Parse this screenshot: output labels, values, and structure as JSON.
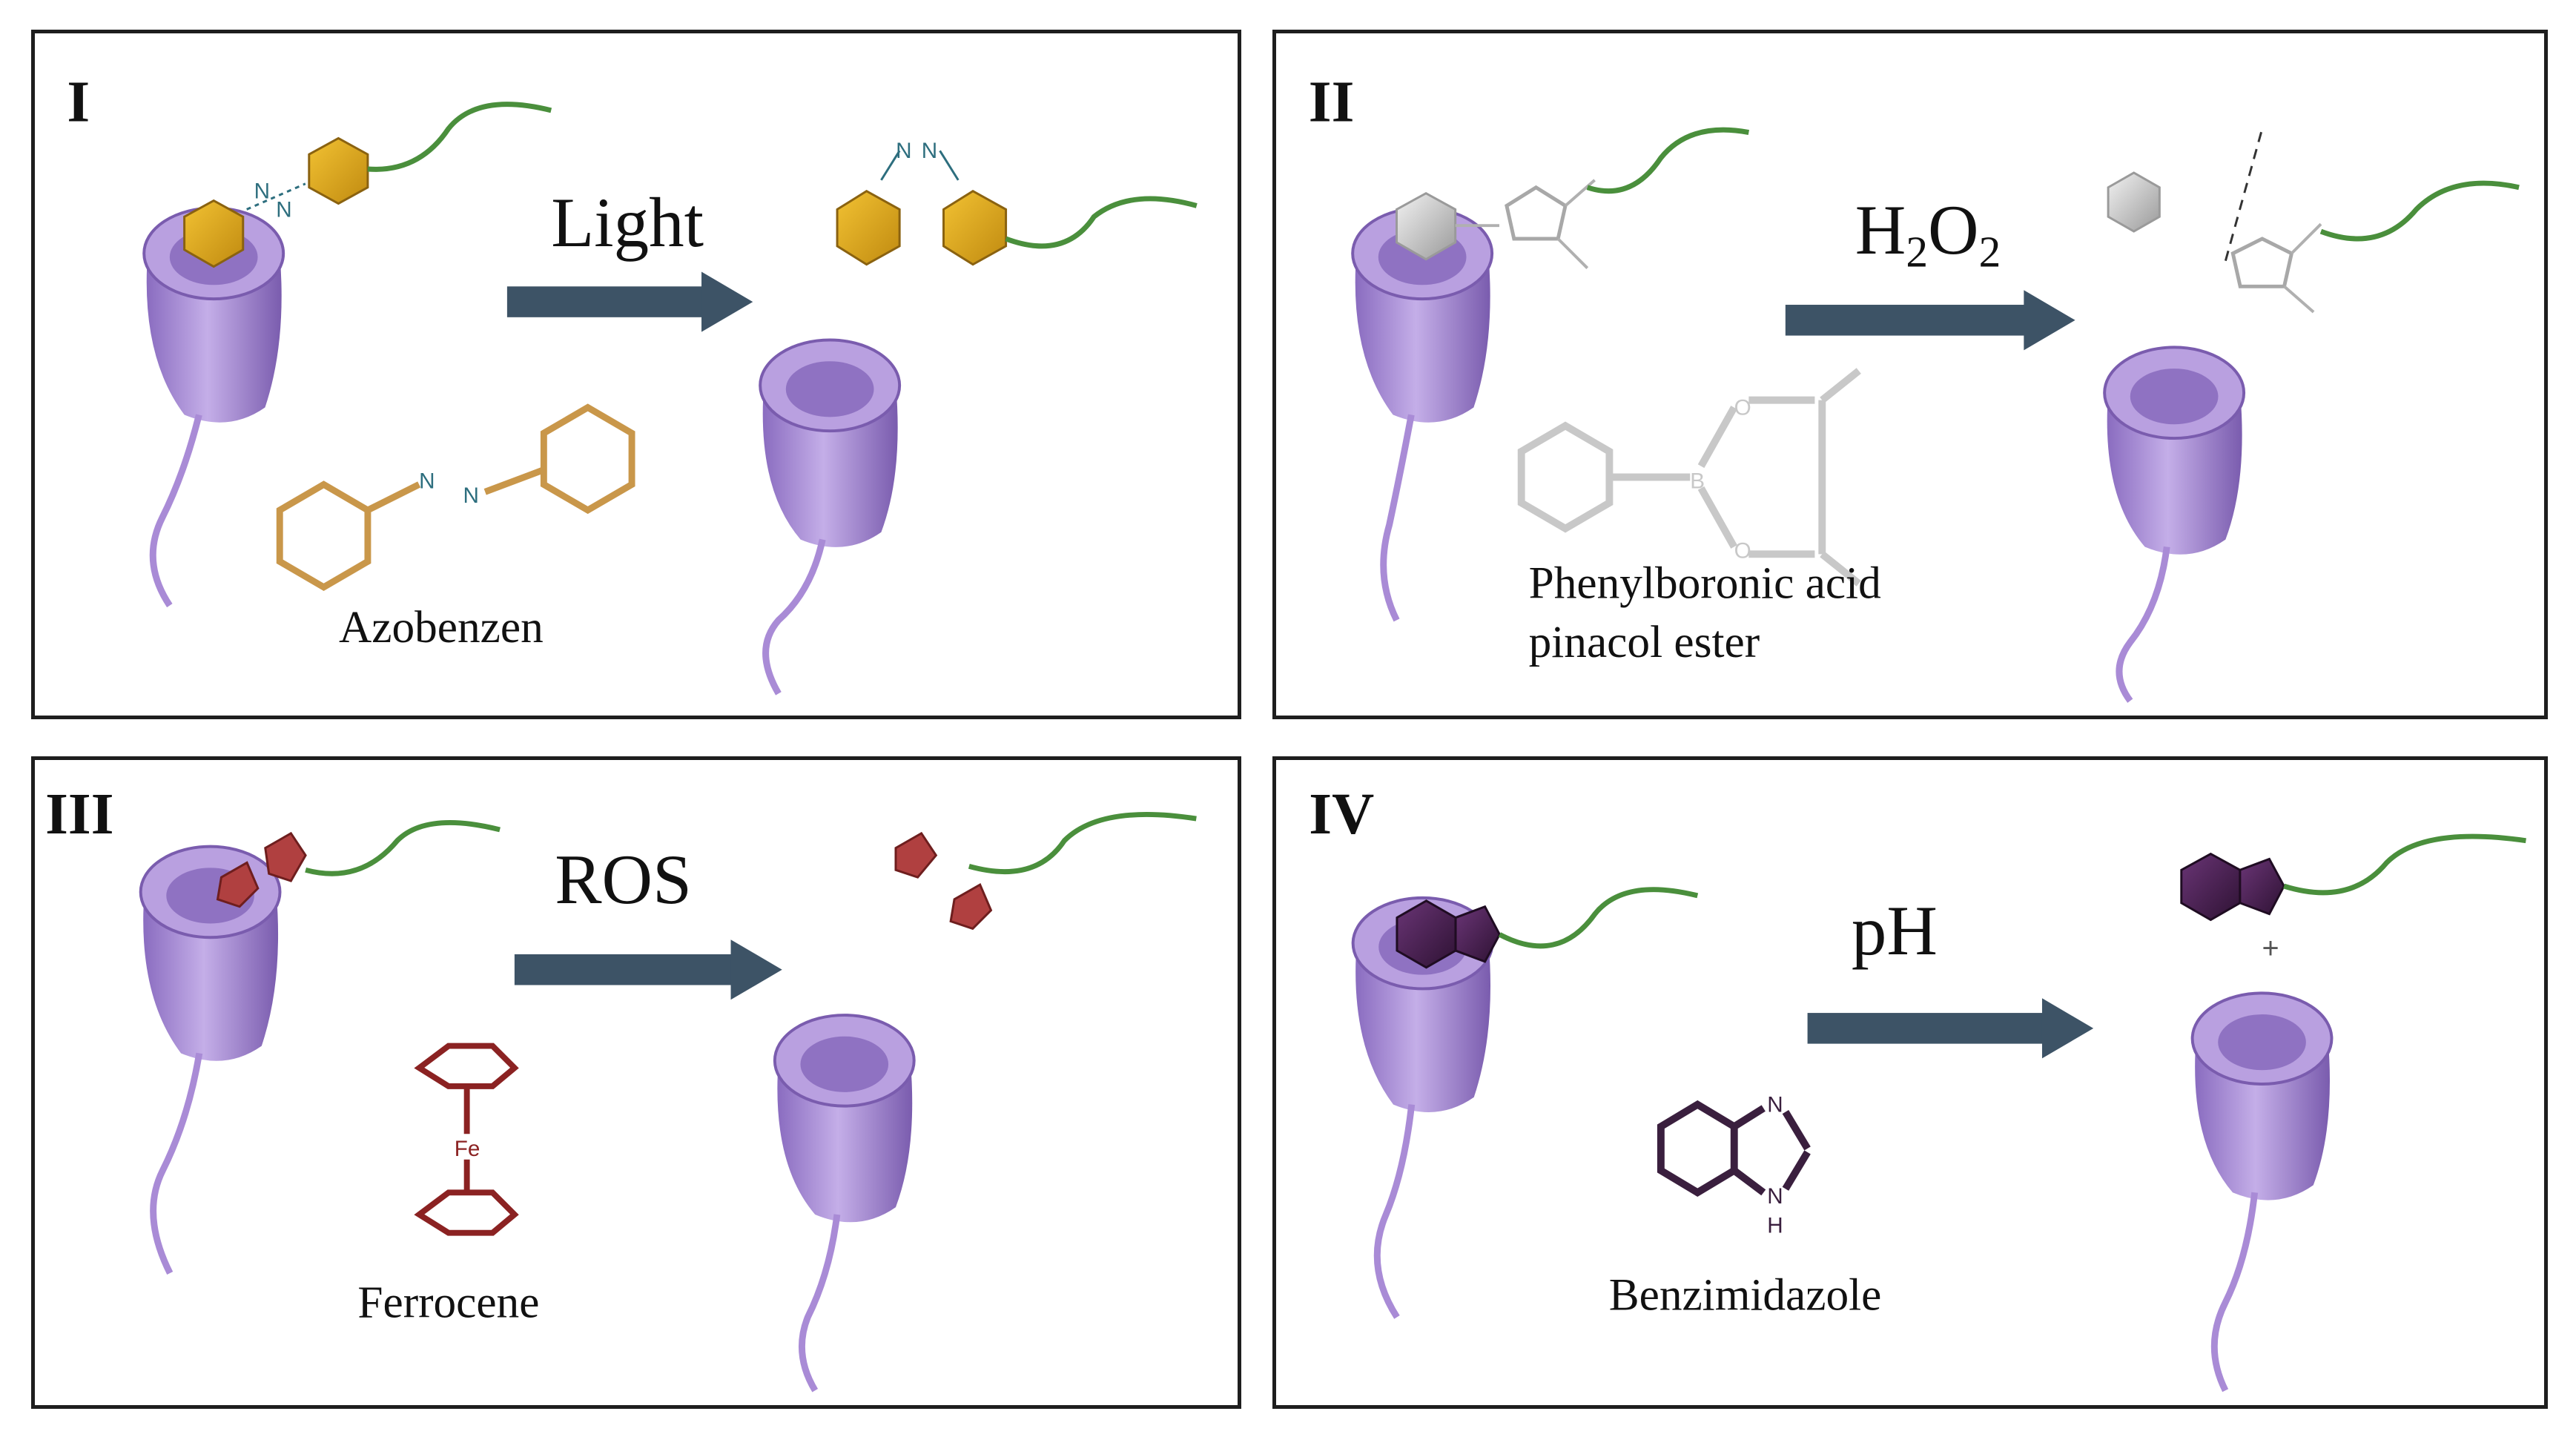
{
  "panels": [
    {
      "id": "I",
      "roman": "I",
      "stimulus": "Light",
      "label_lines": [
        "Azobenzen"
      ]
    },
    {
      "id": "II",
      "roman": "II",
      "stimulus": "H",
      "stimulus_sub": "2",
      "stimulus_mid": "O",
      "stimulus_sub2": "2",
      "label_lines": [
        "Phenylboronic acid",
        "pinacol ester"
      ]
    },
    {
      "id": "III",
      "roman": "III",
      "stimulus": "ROS",
      "label_lines": [
        "Ferrocene"
      ]
    },
    {
      "id": "IV",
      "roman": "IV",
      "stimulus": "pH",
      "label_lines": [
        "Benzimidazole"
      ]
    }
  ],
  "atoms": {
    "azo_n1": "N",
    "azo_n2": "N",
    "azo_small_n1": "N",
    "azo_small_n2": "N",
    "boron": "B",
    "oxygen1": "O",
    "oxygen2": "O",
    "iron": "Fe",
    "bzim_n": "N",
    "bzim_h": "H",
    "bzim_nh_n": "N",
    "plus": "+"
  },
  "colors": {
    "border": "#1e1e1e",
    "arrow": "#3d5366",
    "cyclodextrin": "#a98bd6",
    "cyclodextrin_dark": "#7a5cae",
    "tail": "#a98bd6",
    "polymer": "#4a8f3c",
    "azobenzene": "#d9a21b",
    "azo_structure": "#c9974a",
    "azo_n": "#2d6e7e",
    "boronate": "#c8c8c8",
    "ferrocene": "#b04040",
    "ferrocene_structure": "#8b2222",
    "benzimidazole": "#4a2452",
    "benzimidazole_structure": "#3a1f3e"
  }
}
